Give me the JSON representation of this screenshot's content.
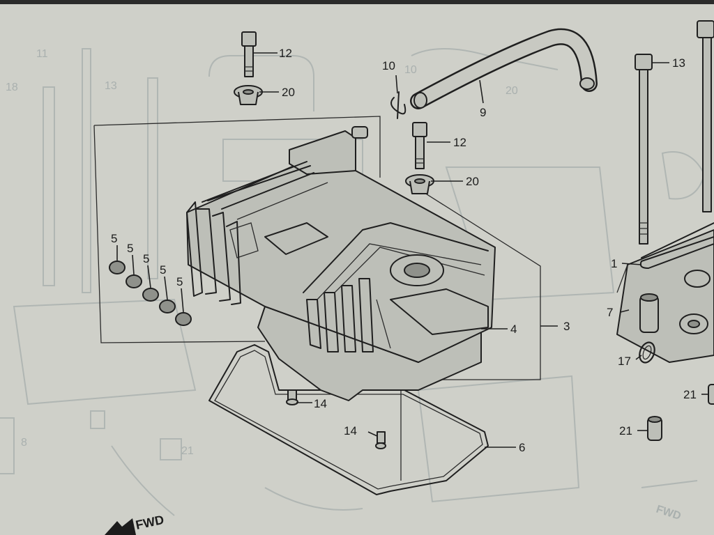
{
  "diagram": {
    "callouts": [
      {
        "id": "c12a",
        "text": "12"
      },
      {
        "id": "c20a",
        "text": "20"
      },
      {
        "id": "c10",
        "text": "10"
      },
      {
        "id": "c9",
        "text": "9"
      },
      {
        "id": "c12b",
        "text": "12"
      },
      {
        "id": "c20b",
        "text": "20"
      },
      {
        "id": "c13",
        "text": "13"
      },
      {
        "id": "c1",
        "text": "1"
      },
      {
        "id": "c7",
        "text": "7"
      },
      {
        "id": "c17",
        "text": "17"
      },
      {
        "id": "c21a",
        "text": "21"
      },
      {
        "id": "c21b",
        "text": "21"
      },
      {
        "id": "c5a",
        "text": "5"
      },
      {
        "id": "c5b",
        "text": "5"
      },
      {
        "id": "c5c",
        "text": "5"
      },
      {
        "id": "c5d",
        "text": "5"
      },
      {
        "id": "c5e",
        "text": "5"
      },
      {
        "id": "c4",
        "text": "4"
      },
      {
        "id": "c3",
        "text": "3"
      },
      {
        "id": "c14a",
        "text": "14"
      },
      {
        "id": "c14b",
        "text": "14"
      },
      {
        "id": "c6",
        "text": "6"
      }
    ],
    "fwd_label": "FWD",
    "ghost_labels": [
      "11",
      "18",
      "13",
      "20",
      "10",
      "8",
      "21"
    ]
  }
}
